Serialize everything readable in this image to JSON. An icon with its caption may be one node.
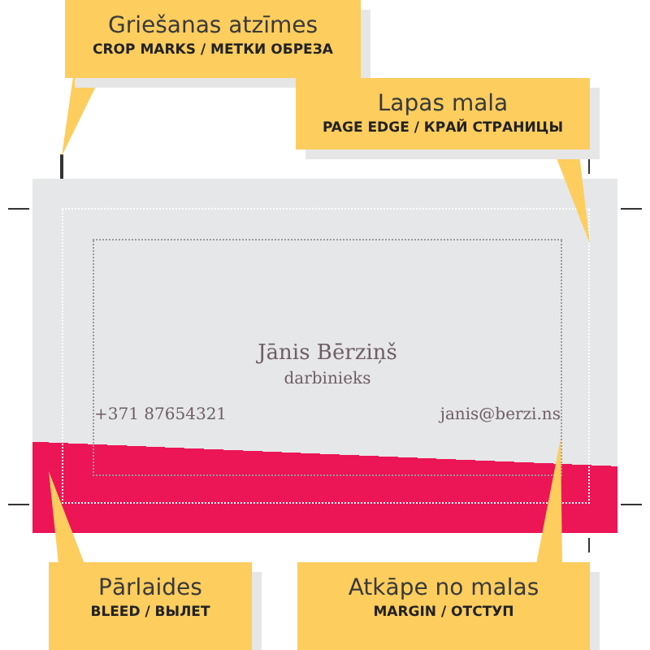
{
  "diagram": {
    "nodes": [
      {
        "text": [
          "Griešanas atzīmes",
          "CROP MARKS / МЕТКИ ОБРЕЗА"
        ]
      },
      {
        "text": [
          "Lapas mala",
          "PAGE EDGE / КРАЙ СТРАНИЦЫ"
        ]
      },
      {
        "text": [],
        "shape": "line"
      },
      {
        "text": [],
        "shape": "box"
      },
      {
        "text": [],
        "shape": "box",
        "in": 3
      },
      {
        "text": [],
        "shape": "box",
        "in": 4
      },
      {
        "text": [
          "Pārlaides",
          "BLEED / ВЫЛЕТ"
        ]
      },
      {
        "text": [
          "Atkāpe no malas",
          "MARGIN / ОТСТУП"
        ]
      }
    ],
    "edges": [
      {
        "from": 0,
        "to": 2,
        "arrow": "none"
      },
      {
        "from": 1,
        "to": 4,
        "arrow": "none"
      },
      {
        "from": 6,
        "to": 3,
        "arrow": "none"
      },
      {
        "from": 7,
        "to": 5,
        "arrow": "none"
      }
    ],
    "labels": [
      "Jānis Bērziņš",
      "darbinieks",
      "+371 87654321",
      "janis@berzi.ns"
    ]
  }
}
